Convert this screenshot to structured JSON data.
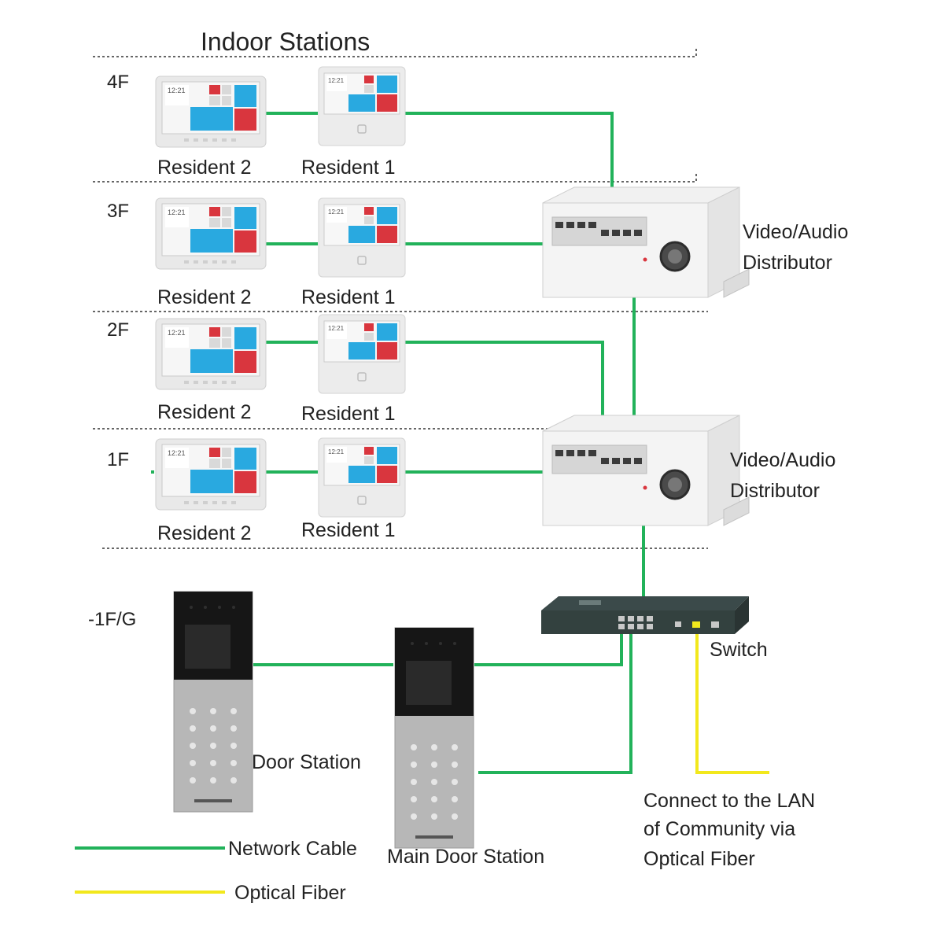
{
  "title": "Indoor Stations",
  "floors": [
    {
      "label": "4F",
      "resident2": "Resident 2",
      "resident1": "Resident 1"
    },
    {
      "label": "3F",
      "resident2": "Resident 2",
      "resident1": "Resident 1"
    },
    {
      "label": "2F",
      "resident2": "Resident 2",
      "resident1": "Resident 1"
    },
    {
      "label": "1F",
      "resident2": "Resident 2",
      "resident1": "Resident 1"
    }
  ],
  "basement": {
    "label": "-1F/G"
  },
  "monitor_screen": {
    "time": "12:21"
  },
  "distributors": [
    {
      "line1": "Video/Audio",
      "line2": "Distributor"
    },
    {
      "line1": "Video/Audio",
      "line2": "Distributor"
    }
  ],
  "switch_label": "Switch",
  "door_station": "Door Station",
  "main_door_station": "Main Door Station",
  "lan_note": [
    "Connect to the LAN",
    "of Community via",
    "Optical Fiber"
  ],
  "legend": {
    "network": "Network Cable",
    "fiber": "Optical Fiber"
  },
  "colors": {
    "network": "#22b25a",
    "fiber": "#f2e81d",
    "tile_blue": "#29a9e0",
    "tile_red": "#d9363e"
  },
  "icons": [
    "indoor-monitor-icon",
    "distributor-icon",
    "switch-icon",
    "door-station-icon"
  ]
}
